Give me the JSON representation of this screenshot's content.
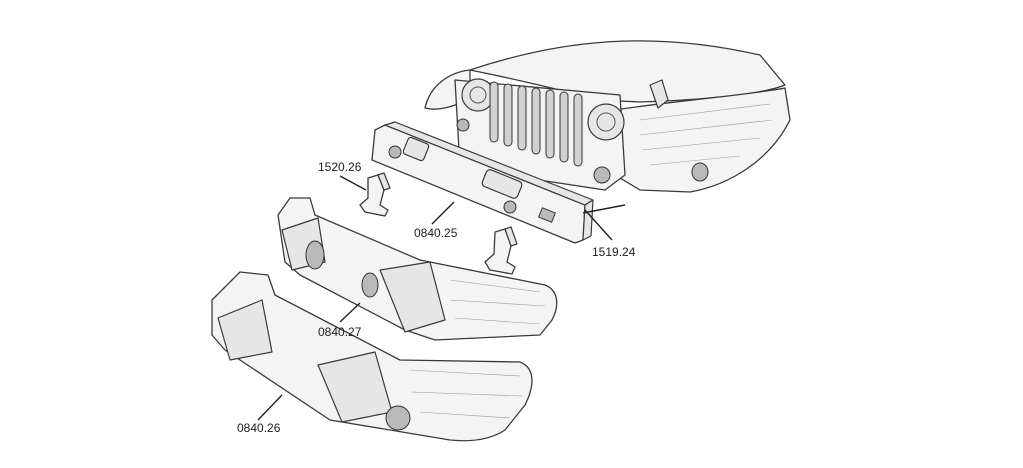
{
  "diagram": {
    "callouts": [
      {
        "id": "bracket-left",
        "label": "1520.26"
      },
      {
        "id": "bumper-bar",
        "label": "0840.25"
      },
      {
        "id": "frame-mount",
        "label": "1519.24"
      },
      {
        "id": "bumper-mid",
        "label": "0840.27"
      },
      {
        "id": "bumper-front",
        "label": "0840.26"
      }
    ]
  }
}
